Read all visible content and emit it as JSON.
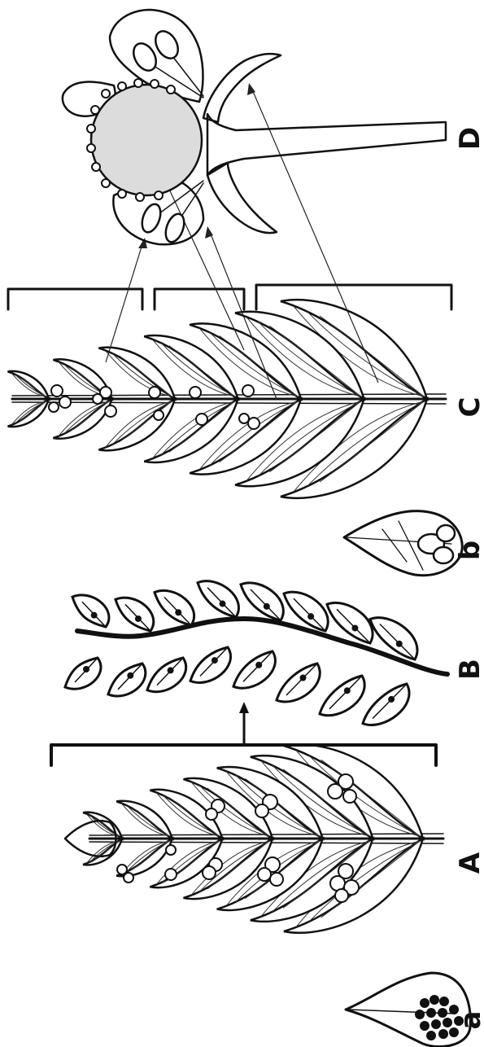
{
  "labels": {
    "a": "a",
    "A": "A",
    "B": "B",
    "b": "b",
    "C": "C",
    "D": "D"
  },
  "colors": {
    "ink": "#111111",
    "background": "#ffffff",
    "stipple": "#dcdcdc"
  }
}
